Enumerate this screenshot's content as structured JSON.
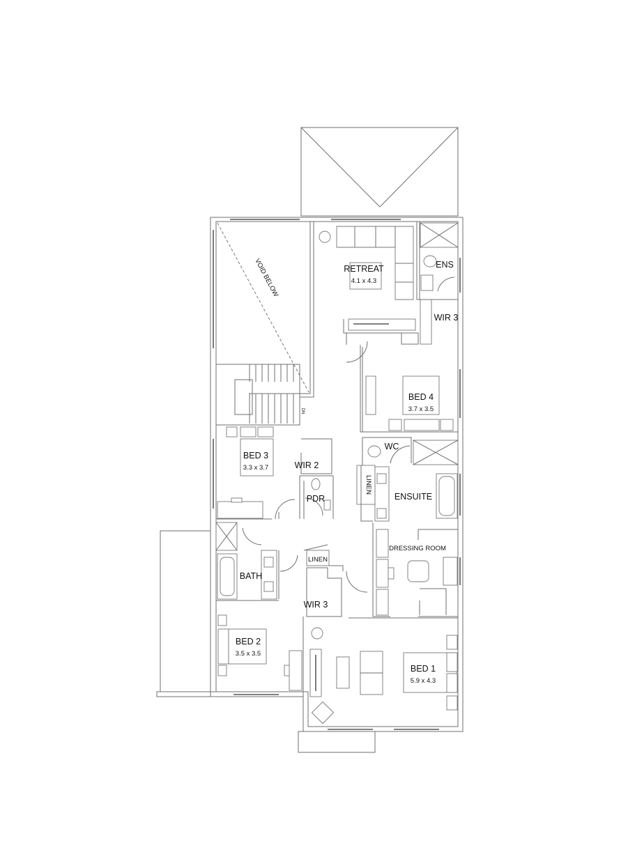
{
  "plan": {
    "void_label": "VOID BELOW",
    "stair_label": "DN",
    "rooms": [
      {
        "name": "RETREAT",
        "size": "4.1 x 4.3"
      },
      {
        "name": "ENS"
      },
      {
        "name": "WIR 3"
      },
      {
        "name": "BED 4",
        "size": "3.7 x 3.5"
      },
      {
        "name": "WC"
      },
      {
        "name": "ENSUITE"
      },
      {
        "name": "LINEN"
      },
      {
        "name": "DRESSING ROOM"
      },
      {
        "name": "BED 3",
        "size": "3.3 x 3.7"
      },
      {
        "name": "WIR 2"
      },
      {
        "name": "PDR"
      },
      {
        "name": "BATH"
      },
      {
        "name": "LINEN"
      },
      {
        "name": "WIR 3"
      },
      {
        "name": "BED 2",
        "size": "3.5 x 3.5"
      },
      {
        "name": "BED 1",
        "size": "5.9 x 4.3"
      }
    ]
  },
  "colors": {
    "line": "#6f6f6f",
    "text": "#111111",
    "background": "#ffffff"
  }
}
